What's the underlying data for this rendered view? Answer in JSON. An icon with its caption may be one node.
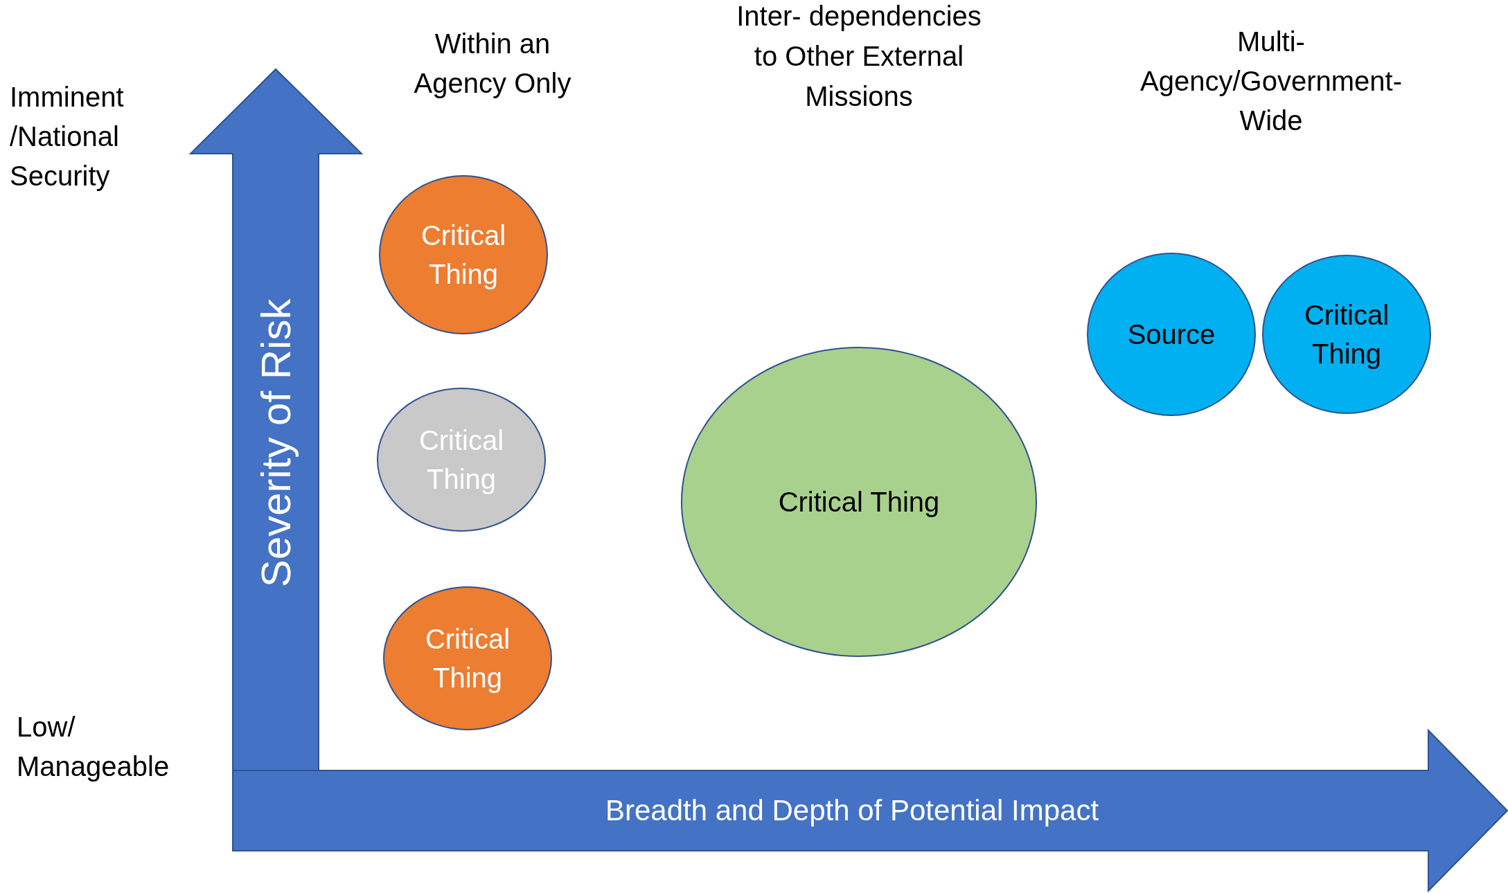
{
  "diagram": {
    "nodes": [
      {
        "text": [
          "Critical Thing"
        ]
      },
      {
        "text": [
          "Critical Thing"
        ]
      },
      {
        "text": [
          "Critical Thing"
        ]
      },
      {
        "text": [
          "Critical Thing"
        ]
      },
      {
        "text": [
          "Source"
        ]
      },
      {
        "text": [
          "Critical Thing"
        ]
      }
    ],
    "edges": [],
    "labels": [
      "Imminent /National Security",
      "Within an Agency Only",
      "Inter- dependencies to Other External Missions",
      "Multi- Agency/Government- Wide",
      "Severity of Risk",
      "Low/ Manageable",
      "Breadth and Depth of Potential Impact"
    ]
  }
}
